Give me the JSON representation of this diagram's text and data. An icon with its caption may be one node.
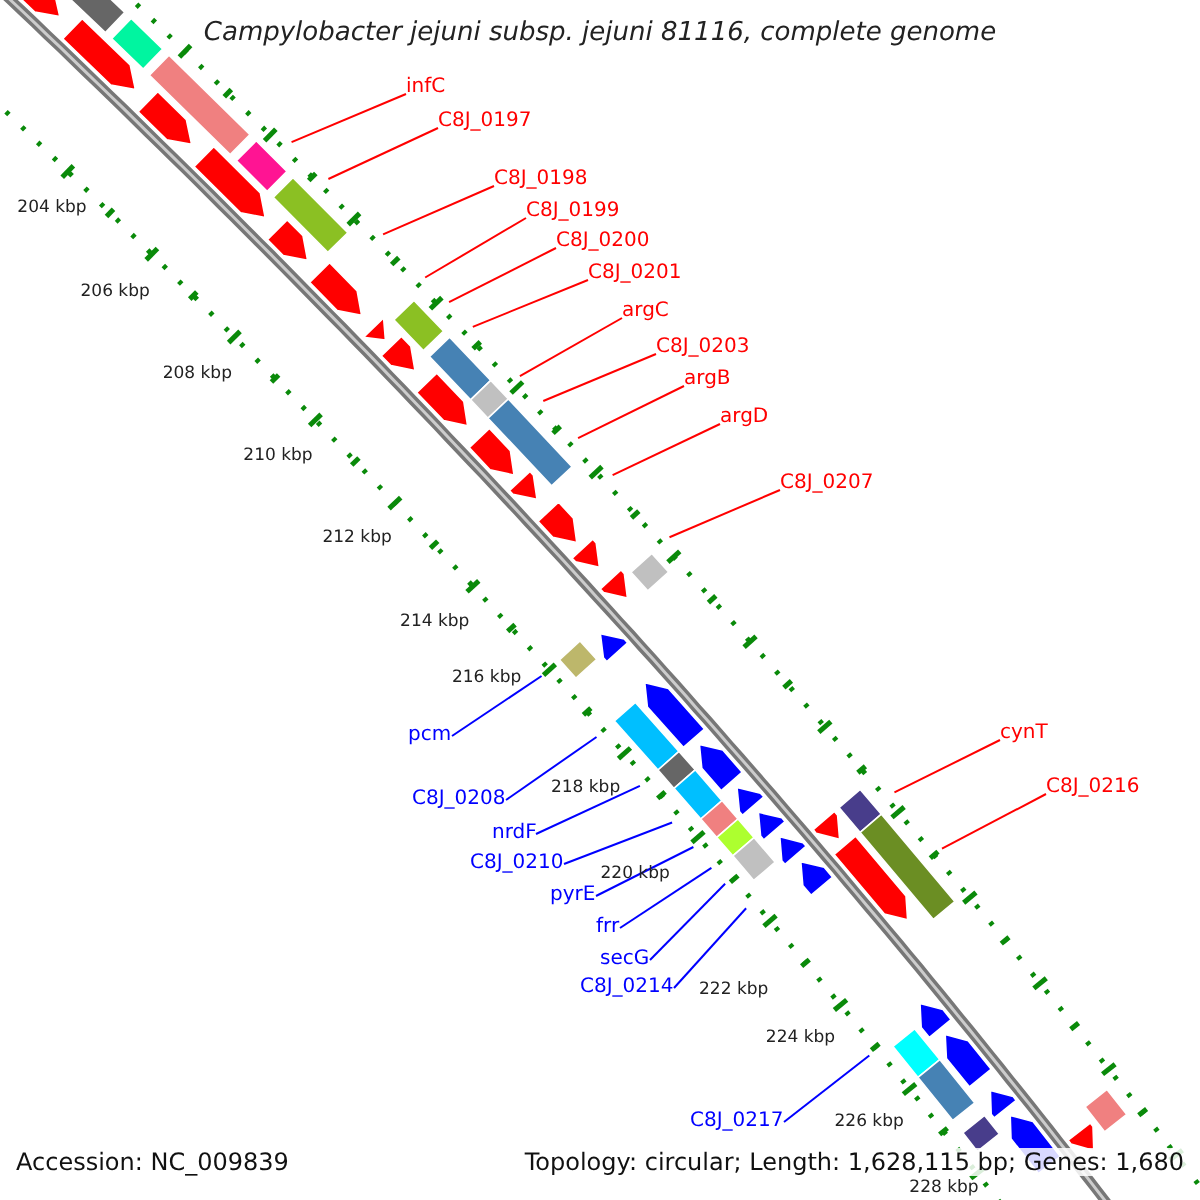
{
  "diagram": {
    "title": "Campylobacter jejuni subsp. jejuni 81116, complete genome",
    "nodes": [
      {
        "text": [
          "infC"
        ]
      },
      {
        "text": [
          "C8J_0197"
        ]
      },
      {
        "text": [
          "C8J_0198"
        ]
      },
      {
        "text": [
          "C8J_0199"
        ]
      },
      {
        "text": [
          "C8J_0200"
        ]
      },
      {
        "text": [
          "C8J_0201"
        ]
      },
      {
        "text": [
          "argC"
        ]
      },
      {
        "text": [
          "C8J_0203"
        ]
      },
      {
        "text": [
          "argB"
        ]
      },
      {
        "text": [
          "argD"
        ]
      },
      {
        "text": [
          "C8J_0207"
        ]
      },
      {
        "text": [
          "cynT"
        ]
      },
      {
        "text": [
          "C8J_0216"
        ]
      },
      {
        "text": [
          "pcm"
        ]
      },
      {
        "text": [
          "C8J_0208"
        ]
      },
      {
        "text": [
          "nrdF"
        ]
      },
      {
        "text": [
          "C8J_0210"
        ]
      },
      {
        "text": [
          "pyrE"
        ]
      },
      {
        "text": [
          "frr"
        ]
      },
      {
        "text": [
          "secG"
        ]
      },
      {
        "text": [
          "C8J_0214"
        ]
      },
      {
        "text": [
          "C8J_0217"
        ]
      }
    ],
    "edges": [
      {
        "from": 0,
        "to": null,
        "arrow": "none"
      },
      {
        "from": 1,
        "to": null,
        "arrow": "none"
      },
      {
        "from": 2,
        "to": null,
        "arrow": "none"
      },
      {
        "from": 3,
        "to": null,
        "arrow": "none"
      },
      {
        "from": 4,
        "to": null,
        "arrow": "none"
      },
      {
        "from": 5,
        "to": null,
        "arrow": "none"
      },
      {
        "from": 6,
        "to": null,
        "arrow": "none"
      },
      {
        "from": 7,
        "to": null,
        "arrow": "none"
      },
      {
        "from": 8,
        "to": null,
        "arrow": "none"
      },
      {
        "from": 9,
        "to": null,
        "arrow": "none"
      },
      {
        "from": 10,
        "to": null,
        "arrow": "none"
      },
      {
        "from": 11,
        "to": null,
        "arrow": "none"
      },
      {
        "from": 12,
        "to": null,
        "arrow": "none"
      },
      {
        "from": 13,
        "to": null,
        "arrow": "none",
        "color": "#0000ff"
      },
      {
        "from": 14,
        "to": null,
        "arrow": "none",
        "color": "#0000ff"
      },
      {
        "from": 15,
        "to": null,
        "arrow": "none",
        "color": "#0000ff"
      },
      {
        "from": 16,
        "to": null,
        "arrow": "none",
        "color": "#0000ff"
      },
      {
        "from": 17,
        "to": null,
        "arrow": "none",
        "color": "#0000ff"
      },
      {
        "from": 18,
        "to": null,
        "arrow": "none",
        "color": "#0000ff"
      },
      {
        "from": 19,
        "to": null,
        "arrow": "none",
        "color": "#0000ff"
      },
      {
        "from": 20,
        "to": null,
        "arrow": "none",
        "color": "#0000ff"
      },
      {
        "from": 21,
        "to": null,
        "arrow": "none",
        "color": "#0000ff"
      }
    ],
    "labels": [
      "204 kbp",
      "206 kbp",
      "208 kbp",
      "210 kbp",
      "212 kbp",
      "214 kbp",
      "216 kbp",
      "218 kbp",
      "220 kbp",
      "222 kbp",
      "224 kbp",
      "226 kbp",
      "228 kbp",
      "Accession: NC_009839",
      "Topology: circular; Length: 1,628,115 bp; Genes: 1,680"
    ]
  }
}
